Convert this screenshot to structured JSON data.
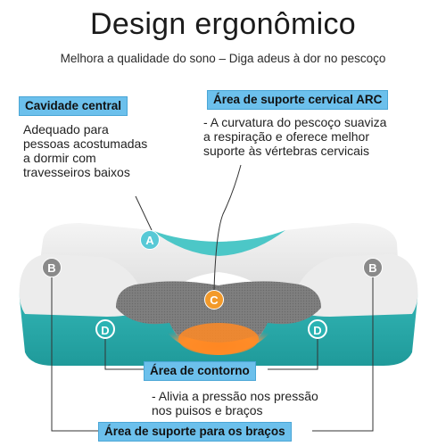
{
  "header": {
    "title": "Design ergonômico",
    "subtitle": "Melhora a qualidade do sono – Diga adeus à dor no pescoço"
  },
  "features": {
    "central": {
      "label": "Cavidade central",
      "description": "Adequado para\npessoas acostumadas\na dormir com\ntravesseiros baixos"
    },
    "cervical": {
      "label": "Área de suporte cervical ARC",
      "description": "- A curvatura do pescoço suaviza\n  a respiração e oferece melhor\n  suporte às vértebras cervicais"
    },
    "contour": {
      "label": "Área de contorno",
      "description": "- Alivia a pressão nos pressão\n  nos puisos e braços"
    },
    "arms": {
      "label": "Área de suporte para os braços"
    }
  },
  "badges": {
    "a": "A",
    "b": "B",
    "c": "C",
    "d": "D"
  },
  "colors": {
    "label_bg": "#6cc0ec",
    "teal": "#2bb3b3",
    "badge_orange": "#f39a2a",
    "badge_gray": "#8a8a8a",
    "heat": "#ff7a1a"
  }
}
